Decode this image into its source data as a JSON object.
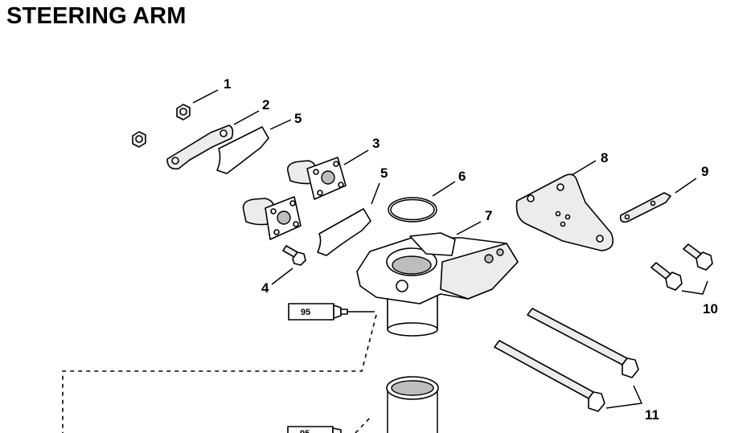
{
  "title": "STEERING ARM",
  "callouts": {
    "c1": "1",
    "c2": "2",
    "c3": "3",
    "c4": "4",
    "c5a": "5",
    "c5b": "5",
    "c6": "6",
    "c7": "7",
    "c8": "8",
    "c9": "9",
    "c10": "10",
    "c11": "11"
  },
  "sealant": {
    "tube_upper_label": "95",
    "tube_lower_label": "95"
  }
}
